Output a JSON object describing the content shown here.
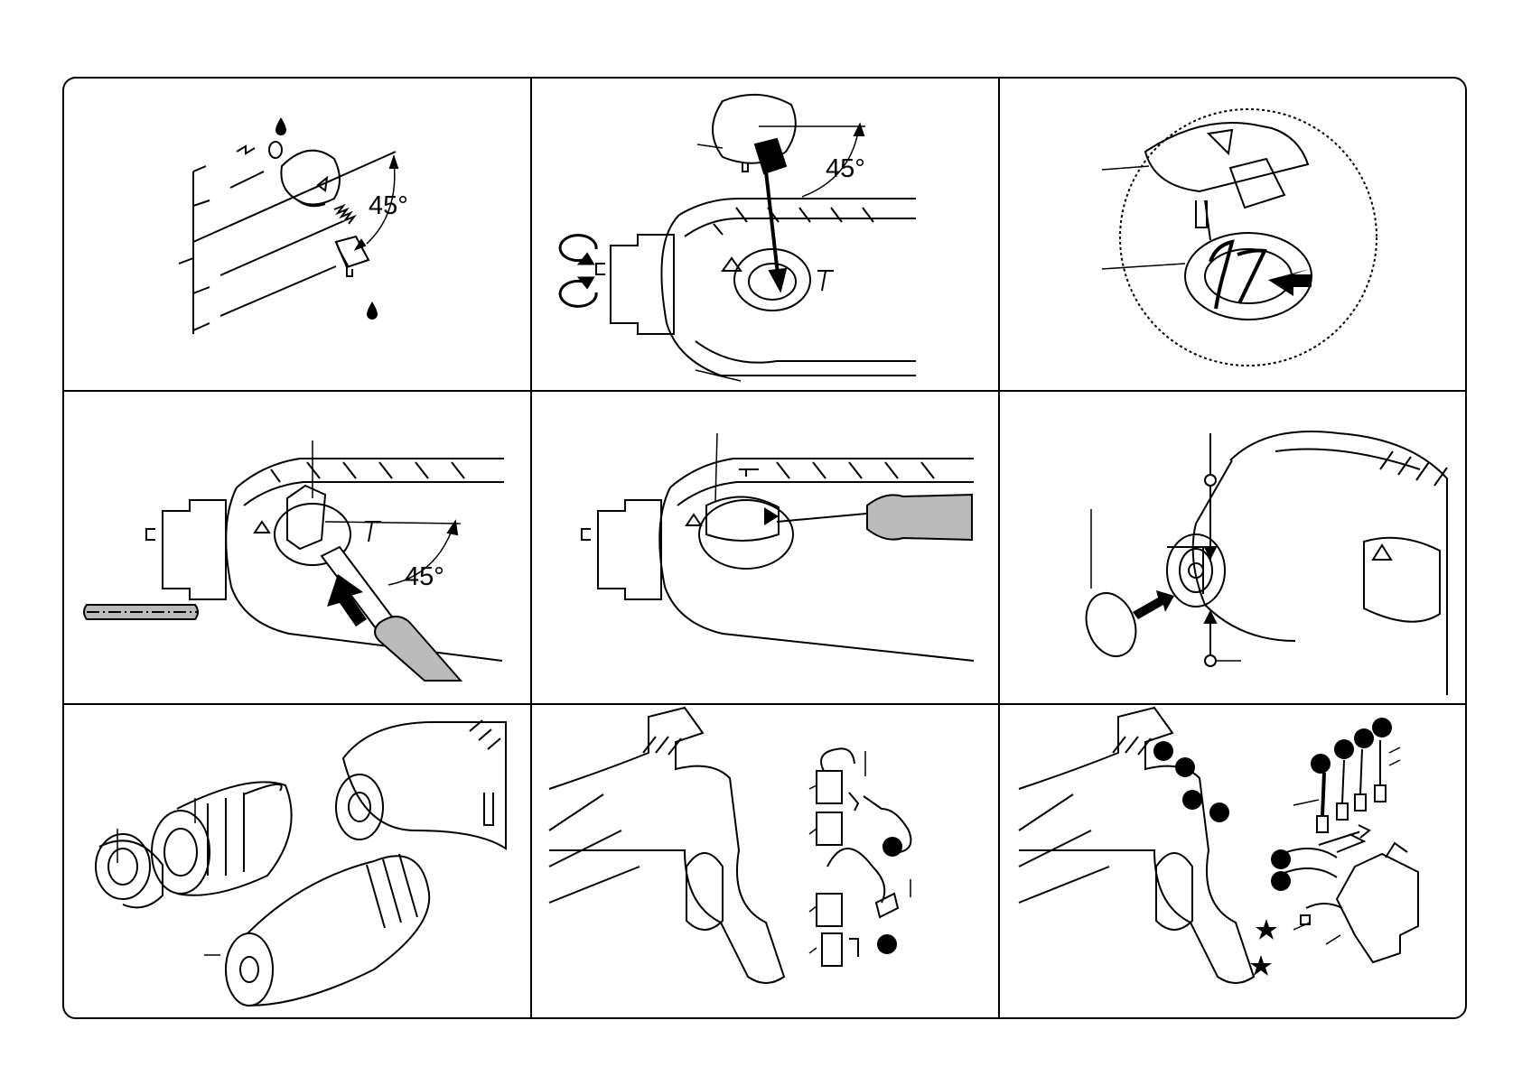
{
  "panels": [
    {
      "id": "p1",
      "angle": "45°"
    },
    {
      "id": "p2",
      "angle": "45°"
    },
    {
      "id": "p3"
    },
    {
      "id": "p4",
      "angle": "45°"
    },
    {
      "id": "p5"
    },
    {
      "id": "p6"
    },
    {
      "id": "p7"
    },
    {
      "id": "p8"
    },
    {
      "id": "p9"
    }
  ],
  "icons": [
    "oil-drop-icon",
    "arrow-icon",
    "rotate-icon",
    "star-icon",
    "callout-dot-icon"
  ]
}
